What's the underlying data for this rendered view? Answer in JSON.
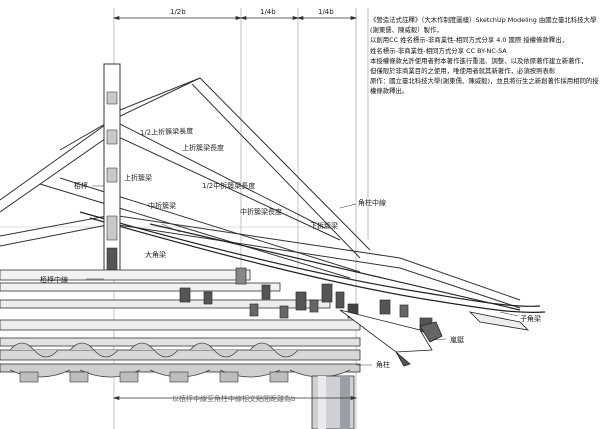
{
  "dimensions": {
    "half_b": "1/2b",
    "quarter_b_1": "1/4b",
    "quarter_b_2": "1/4b"
  },
  "labels": {
    "half_upper_purlin_length": "1/2上折簇梁長度",
    "upper_purlin_length": "上折簇梁長度",
    "upper_purlin": "上折簇梁",
    "half_middle_purlin_length": "1/2中折簇梁長度",
    "middle_purlin": "中折簇梁",
    "middle_purlin_length": "中折簇梁長度",
    "lower_purlin": "下折簇梁",
    "ridge_post": "栢桴",
    "corner_post_center": "角柱中線",
    "big_corner_beam": "大角梁",
    "purlin_center": "栢桴中線",
    "sub_corner_beam": "子角梁",
    "bird_head": "嵐鋌",
    "corner_post": "角柱",
    "bottom_dimension": "以栢桴中線至角柱中線相交點間距離為b"
  },
  "credit": {
    "lines": [
      "《營造法式註釋》（大木作制度圖樣）SketchUp Modeling 由國立臺北科技大學",
      "(謝東儒、陳威毅）製作，",
      "以創用CC 姓名標示-非商業性-相同方式分享 4.0 國際 授權條款釋出，",
      "姓名標示-非商業性-相同方式分享 CC BY-NC-SA",
      "本授權條款允許使用者對本著作進行重混、調整、以及依原著作建立新著作，",
      "但僅限於非商業目的之使用，唯使用者就其新著作，必須按照表彰",
      "原作：國立臺北科技大學(謝東儒、陳威毅)，並且將衍生之新創著作採用相同的授",
      "權條款釋出。"
    ]
  }
}
